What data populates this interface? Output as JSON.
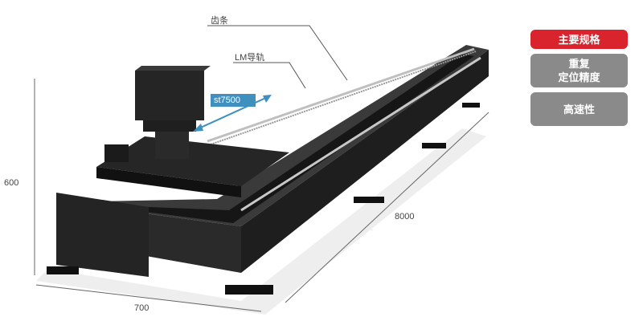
{
  "callouts": {
    "rack": "齿条",
    "guide": "LM导轨",
    "travel": "st7500"
  },
  "dimensions": {
    "height": "600",
    "width": "700",
    "length": "8000"
  },
  "tabs": [
    {
      "lines": [
        "主要规格"
      ],
      "active": true
    },
    {
      "lines": [
        "重复",
        "定位精度"
      ],
      "active": false
    },
    {
      "lines": [
        "高速性"
      ],
      "active": false
    }
  ],
  "colors": {
    "accent": "#d9232d",
    "tab_inactive": "#8a8a8a",
    "travel_arrow": "#3f8fbf",
    "machine": "#2b2b2b"
  }
}
